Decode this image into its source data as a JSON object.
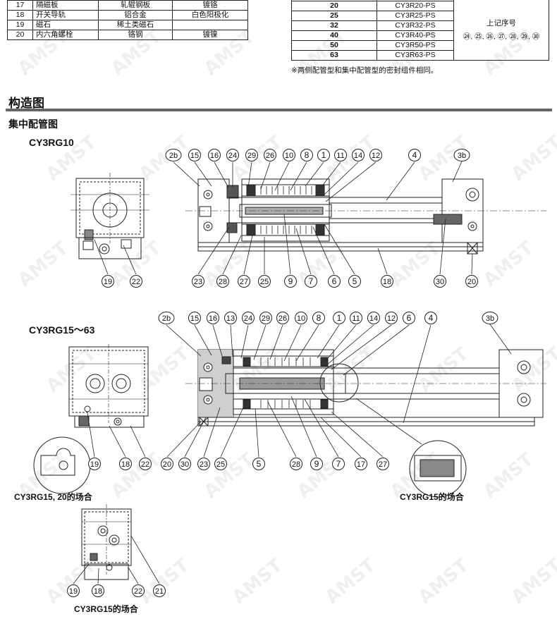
{
  "parts_table": {
    "rows": [
      {
        "no": "17",
        "name": "隔磁板",
        "material": "轧辊钢板",
        "note": "镀铬"
      },
      {
        "no": "18",
        "name": "开关导轨",
        "material": "铝合金",
        "note": "白色阳极化"
      },
      {
        "no": "19",
        "name": "磁石",
        "material": "稀土类磁石",
        "note": ""
      },
      {
        "no": "20",
        "name": "内六角螺栓",
        "material": "铬钢",
        "note": "镀镍"
      }
    ]
  },
  "seal_kit_table": {
    "rows": [
      {
        "bore": "20",
        "kit": "CY3R20-PS"
      },
      {
        "bore": "25",
        "kit": "CY3R25-PS"
      },
      {
        "bore": "32",
        "kit": "CY3R32-PS"
      },
      {
        "bore": "40",
        "kit": "CY3R40-PS"
      },
      {
        "bore": "50",
        "kit": "CY3R50-PS"
      },
      {
        "bore": "63",
        "kit": "CY3R63-PS"
      }
    ],
    "contents_label": "上记序号",
    "contents_numbers": "㉔, ㉕, ㉖, ㉗, ㉘, ㉙, ㉚",
    "note": "※两侧配管型和集中配管型的密封组件相同。"
  },
  "section": {
    "title": "构造图",
    "subtitle": "集中配管图"
  },
  "models": {
    "cy3rg10": "CY3RG10",
    "cy3rg15_63": "CY3RG15～63"
  },
  "captions": {
    "cy3rg15_20": "CY3RG15, 20的场合",
    "cy3rg15_right": "CY3RG15的场合",
    "cy3rg15_bottom": "CY3RG15的场合"
  },
  "watermark": "AMST",
  "callouts": [
    {
      "label": "2b",
      "group": "cy3rg10-top"
    },
    {
      "label": "15",
      "group": "cy3rg10-top"
    },
    {
      "label": "16",
      "group": "cy3rg10-top"
    },
    {
      "label": "24",
      "group": "cy3rg10-top"
    },
    {
      "label": "29",
      "group": "cy3rg10-top"
    },
    {
      "label": "26",
      "group": "cy3rg10-top"
    },
    {
      "label": "10",
      "group": "cy3rg10-top"
    },
    {
      "label": "8",
      "group": "cy3rg10-top"
    },
    {
      "label": "1",
      "group": "cy3rg10-top"
    },
    {
      "label": "11",
      "group": "cy3rg10-top"
    },
    {
      "label": "14",
      "group": "cy3rg10-top"
    },
    {
      "label": "12",
      "group": "cy3rg10-top"
    },
    {
      "label": "4",
      "group": "cy3rg10-top"
    },
    {
      "label": "3b",
      "group": "cy3rg10-top"
    },
    {
      "label": "19",
      "group": "cy3rg10-end"
    },
    {
      "label": "22",
      "group": "cy3rg10-end"
    },
    {
      "label": "23",
      "group": "cy3rg10-bottom"
    },
    {
      "label": "28",
      "group": "cy3rg10-bottom"
    },
    {
      "label": "27",
      "group": "cy3rg10-bottom"
    },
    {
      "label": "25",
      "group": "cy3rg10-bottom"
    },
    {
      "label": "9",
      "group": "cy3rg10-bottom"
    },
    {
      "label": "7",
      "group": "cy3rg10-bottom"
    },
    {
      "label": "6",
      "group": "cy3rg10-bottom"
    },
    {
      "label": "5",
      "group": "cy3rg10-bottom"
    },
    {
      "label": "18",
      "group": "cy3rg10-bottom"
    },
    {
      "label": "30",
      "group": "cy3rg10-bottom"
    },
    {
      "label": "20",
      "group": "cy3rg10-bottom"
    },
    {
      "label": "2b",
      "group": "cy3rg15-top"
    },
    {
      "label": "15",
      "group": "cy3rg15-top"
    },
    {
      "label": "16",
      "group": "cy3rg15-top"
    },
    {
      "label": "13",
      "group": "cy3rg15-top"
    },
    {
      "label": "24",
      "group": "cy3rg15-top"
    },
    {
      "label": "29",
      "group": "cy3rg15-top"
    },
    {
      "label": "26",
      "group": "cy3rg15-top"
    },
    {
      "label": "10",
      "group": "cy3rg15-top"
    },
    {
      "label": "8",
      "group": "cy3rg15-top"
    },
    {
      "label": "1",
      "group": "cy3rg15-top"
    },
    {
      "label": "11",
      "group": "cy3rg15-top"
    },
    {
      "label": "14",
      "group": "cy3rg15-top"
    },
    {
      "label": "12",
      "group": "cy3rg15-top"
    },
    {
      "label": "6",
      "group": "cy3rg15-top"
    },
    {
      "label": "4",
      "group": "cy3rg15-top"
    },
    {
      "label": "3b",
      "group": "cy3rg15-top"
    },
    {
      "label": "19",
      "group": "cy3rg15-end"
    },
    {
      "label": "18",
      "group": "cy3rg15-end"
    },
    {
      "label": "22",
      "group": "cy3rg15-end"
    },
    {
      "label": "20",
      "group": "cy3rg15-bottom"
    },
    {
      "label": "30",
      "group": "cy3rg15-bottom"
    },
    {
      "label": "23",
      "group": "cy3rg15-bottom"
    },
    {
      "label": "25",
      "group": "cy3rg15-bottom"
    },
    {
      "label": "5",
      "group": "cy3rg15-bottom"
    },
    {
      "label": "28",
      "group": "cy3rg15-bottom"
    },
    {
      "label": "9",
      "group": "cy3rg15-bottom"
    },
    {
      "label": "7",
      "group": "cy3rg15-bottom"
    },
    {
      "label": "17",
      "group": "cy3rg15-bottom"
    },
    {
      "label": "27",
      "group": "cy3rg15-bottom"
    },
    {
      "label": "19",
      "group": "cy3rg15-small"
    },
    {
      "label": "18",
      "group": "cy3rg15-small"
    },
    {
      "label": "22",
      "group": "cy3rg15-small"
    },
    {
      "label": "21",
      "group": "cy3rg15-small"
    }
  ]
}
